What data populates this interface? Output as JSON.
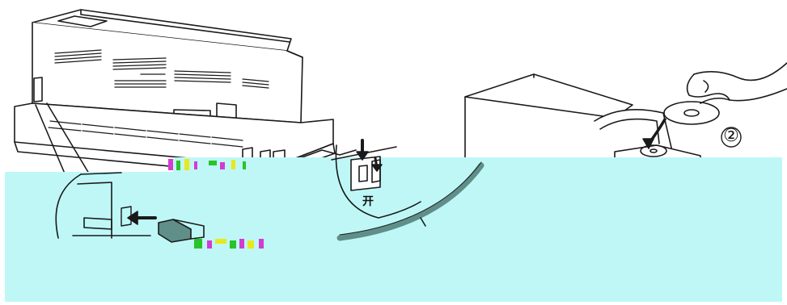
{
  "step_marker": "②",
  "switch_label": "开",
  "colors": {
    "line": "#1a1a1a",
    "overlay": "#bff7f7",
    "cable": "#5f8f88",
    "glitch_magenta": "#d23cd2",
    "glitch_green": "#29c429",
    "glitch_yellow": "#e8e81e"
  },
  "icons": {
    "printer": "printer-illustration",
    "computer": "computer-tower-illustration",
    "hand": "hand-holding-cd-illustration",
    "cd": "cd-disc-icon"
  }
}
